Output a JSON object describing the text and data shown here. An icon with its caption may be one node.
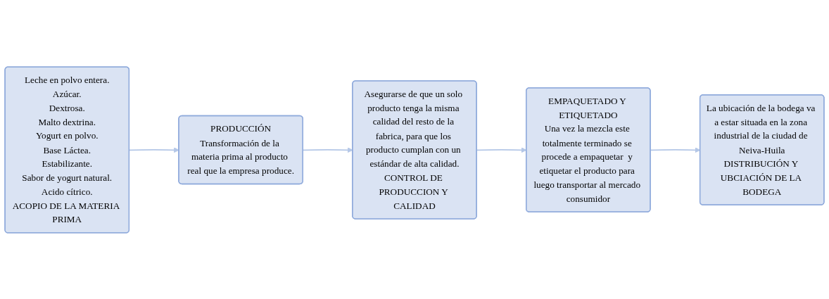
{
  "diagram": {
    "nodes": [
      {
        "text": [
          "Leche en polvo entera.",
          "Azúcar.",
          "Dextrosa.",
          "Malto dextrina.",
          "Yogurt en polvo.",
          "Base Láctea.",
          "Estabilizante.",
          "Sabor de yogurt natural.",
          "Acido cítrico.",
          "ACOPIO DE LA MATERIA PRIMA"
        ]
      },
      {
        "text": [
          "PRODUCCIÓN",
          "Transformación de la materia prima al producto real que la empresa produce."
        ]
      },
      {
        "text": [
          "Asegurarse de que un solo producto tenga la misma calidad del resto de la fabrica, para que los producto cumplan con un estándar de alta calidad.",
          "CONTROL DE PRODUCCION Y CALIDAD"
        ]
      },
      {
        "text": [
          "EMPAQUETADO Y ETIQUETADO",
          "Una vez la mezcla este totalmente terminado se procede a empaquetar  y etiquetar el producto para luego transportar al mercado consumidor"
        ]
      },
      {
        "text": [
          "La ubicación de la bodega va a estar situada en la zona industrial de la ciudad de Neiva-Huila",
          "DISTRIBUCIÓN Y UBCIACIÓN DE LA BODEGA"
        ]
      }
    ],
    "edges": [
      {
        "from": 0,
        "to": 1,
        "arrow": "to"
      },
      {
        "from": 1,
        "to": 2,
        "arrow": "to"
      },
      {
        "from": 2,
        "to": 3,
        "arrow": "to"
      },
      {
        "from": 3,
        "to": 4,
        "arrow": "to"
      }
    ]
  }
}
